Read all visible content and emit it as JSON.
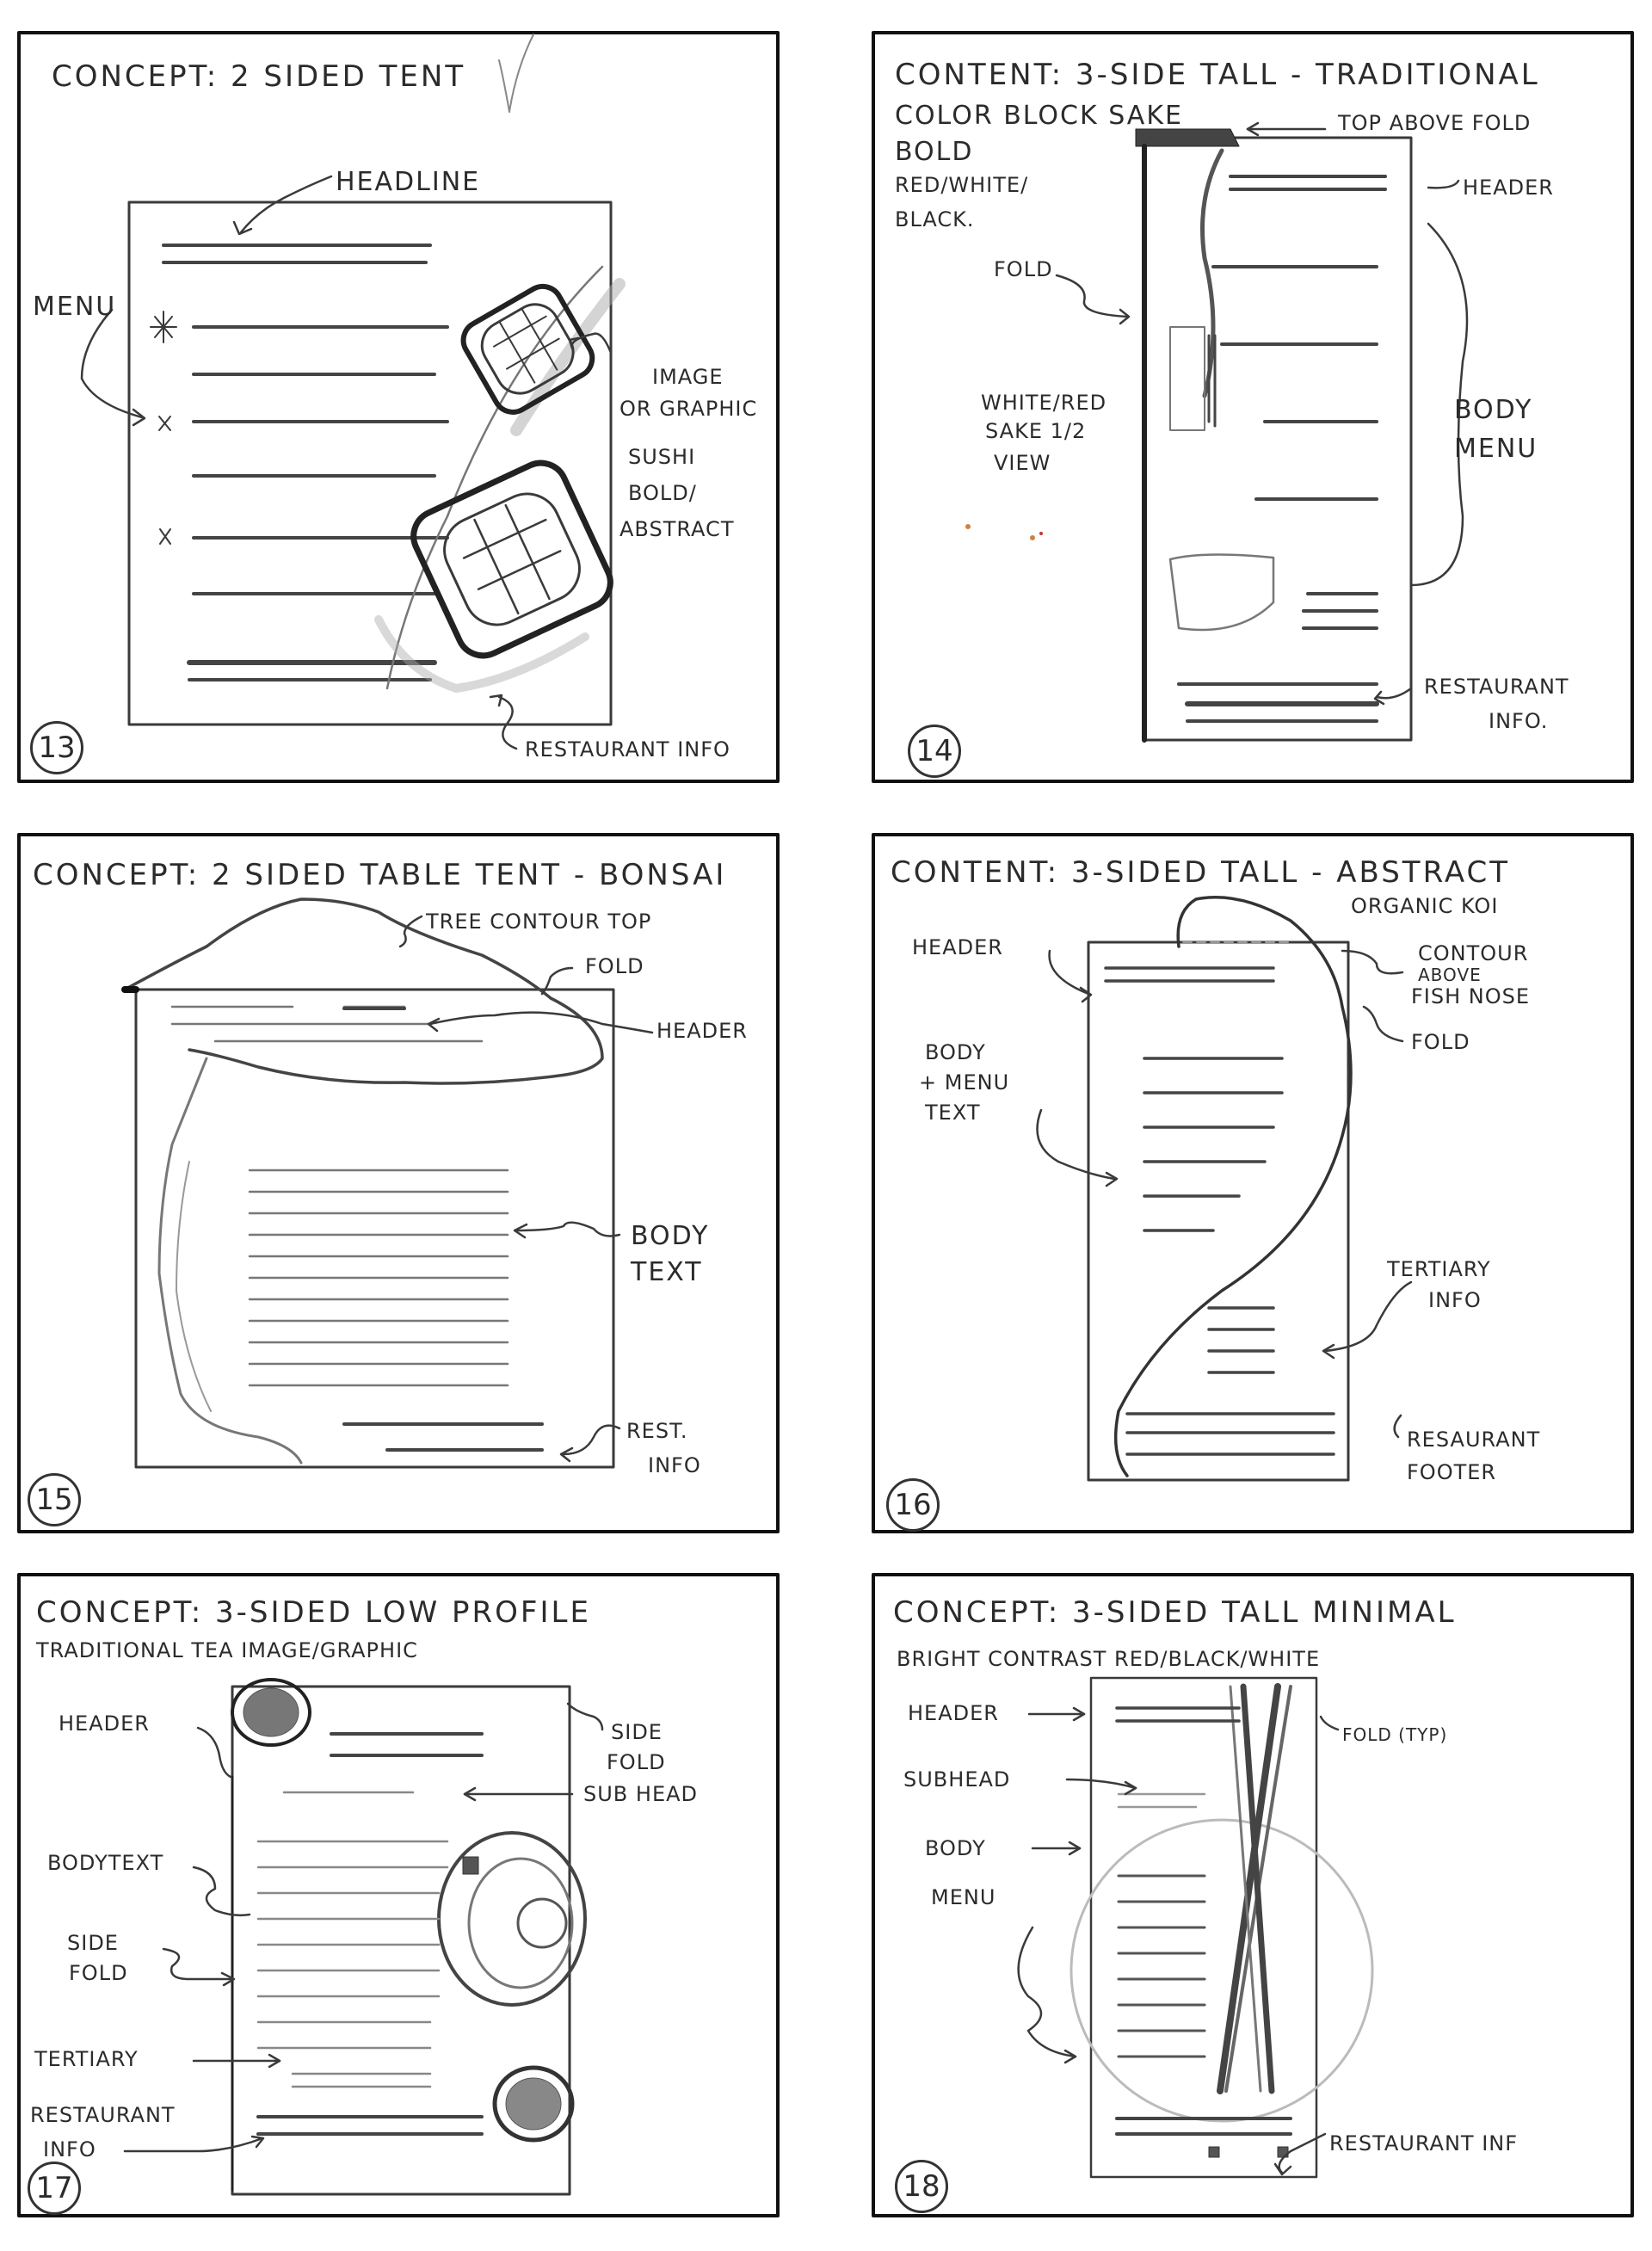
{
  "panels": [
    {
      "number": "13",
      "title": "Concept: 2 sided tent",
      "labels": {
        "headline": "Headline",
        "menu": "Menu",
        "image": "Image",
        "graphic": "or graphic",
        "sushi": "Sushi",
        "bold": "Bold/",
        "abstract": "abstract",
        "restaurant_info": "Restaurant info"
      }
    },
    {
      "number": "14",
      "title_lines": [
        "Content: 3-side tall - traditional",
        "Color Block Sake",
        "Bold",
        "Red/White/",
        "Black."
      ],
      "labels": {
        "top": "Top above fold",
        "header": "Header",
        "fold": "Fold",
        "view1": "White/Red",
        "view2": "Sake 1/2",
        "view3": "View",
        "body": "Body",
        "menu": "Menu",
        "restaurant": "Restaurant",
        "info": "Info."
      }
    },
    {
      "number": "15",
      "title": "Concept: 2 sided table tent - Bonsai",
      "labels": {
        "tree_contour": "Tree contour top",
        "fold": "Fold",
        "header": "Header",
        "body": "Body",
        "text": "Text",
        "rest": "Rest.",
        "info": "Info"
      }
    },
    {
      "number": "16",
      "title_lines": [
        "Content: 3-sided tall - Abstract",
        "organic Koi"
      ],
      "labels": {
        "header": "Header",
        "body": "Body",
        "menu": "+ Menu",
        "text": "Text",
        "contour1": "Contour",
        "contour2": "Above",
        "contour3": "Fish Nose",
        "fold": "Fold",
        "tertiary1": "Tertiary",
        "tertiary2": "Info",
        "footer1": "Resaurant",
        "footer2": "Footer"
      }
    },
    {
      "number": "17",
      "title_lines": [
        "Concept: 3-sided low profile",
        "Traditional tea image/graphic"
      ],
      "labels": {
        "header": "Header",
        "side_fold_top1": "Side",
        "side_fold_top2": "Fold",
        "subhead": "Sub head",
        "bodytext": "Bodytext",
        "side_fold1": "Side",
        "side_fold2": "Fold",
        "tertiary": "Tertiary",
        "restaurant1": "Restaurant",
        "restaurant2": "Info"
      }
    },
    {
      "number": "18",
      "title_lines": [
        "Concept: 3-sided tall minimal",
        "Bright contrast red/black/white"
      ],
      "labels": {
        "header": "Header",
        "fold": "Fold (typ)",
        "subhead": "Subhead",
        "body": "Body",
        "menu": "Menu",
        "restaurant": "Restaurant inf"
      }
    }
  ]
}
